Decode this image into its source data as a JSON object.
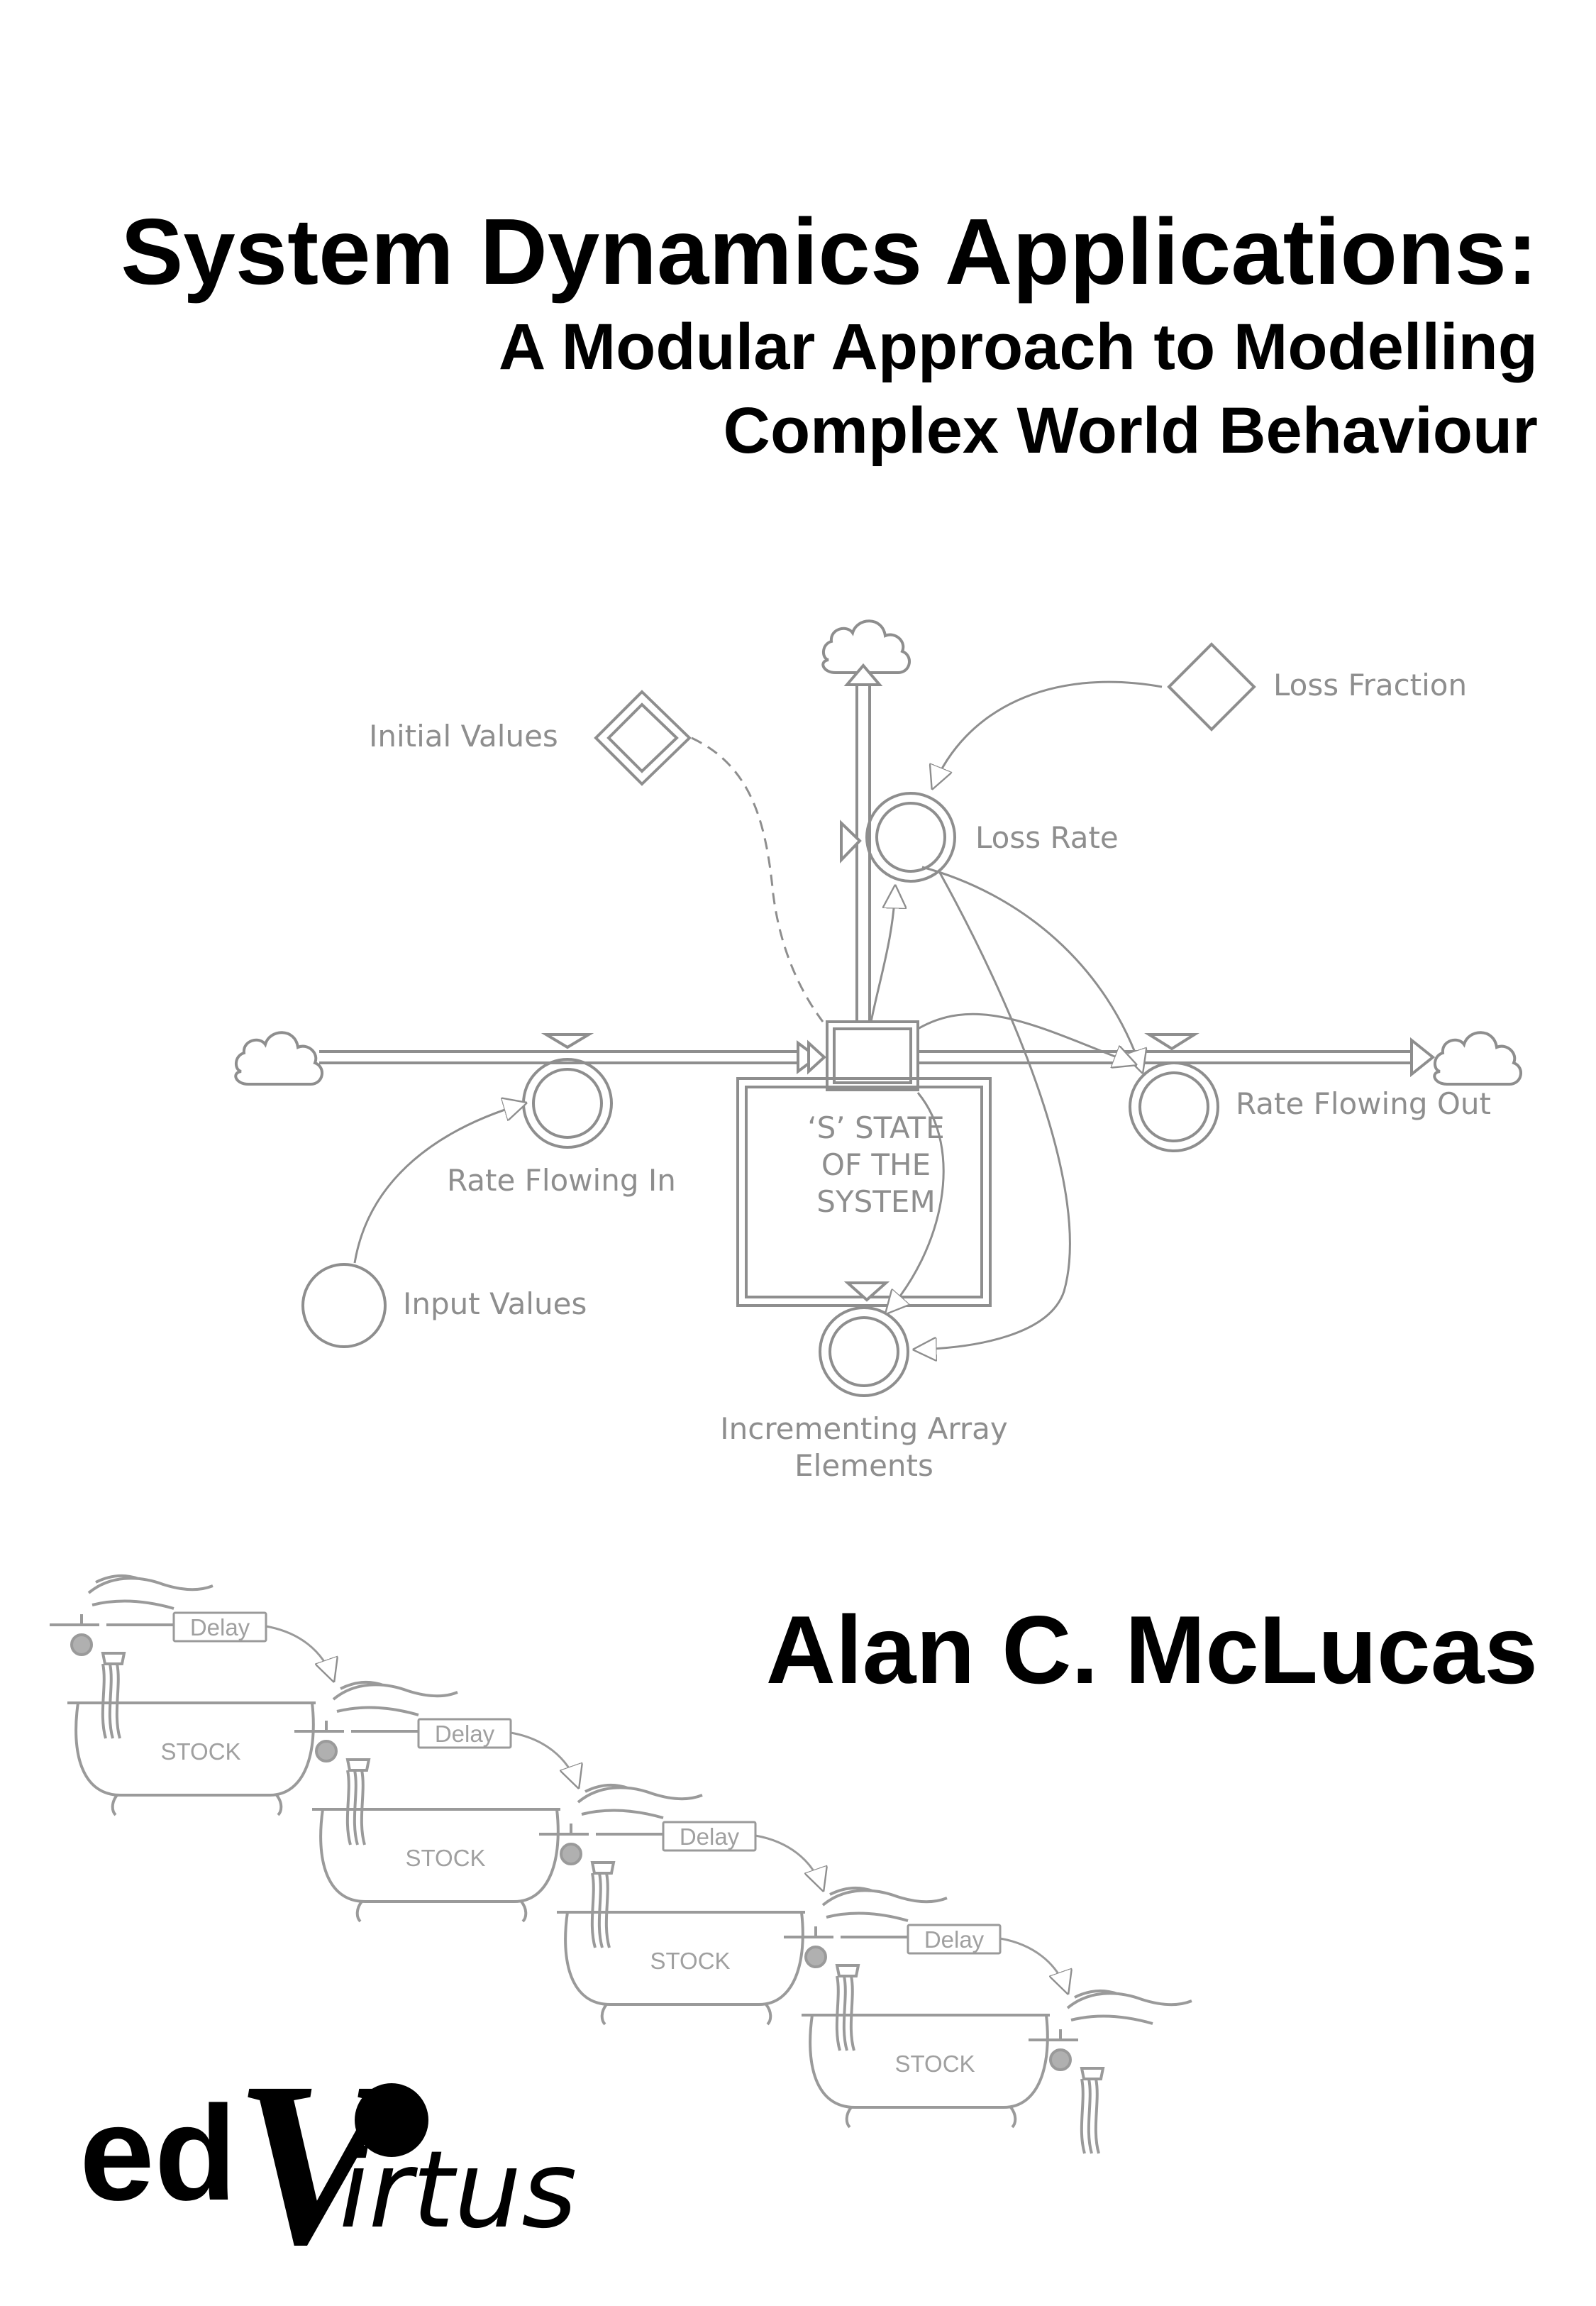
{
  "cover": {
    "title": "System Dynamics Applications:",
    "subtitle_line1": "A Modular Approach to Modelling",
    "subtitle_line2": "Complex World Behaviour",
    "author": "Alan C. McLucas"
  },
  "diagram": {
    "labels": {
      "initial_values": "Initial Values",
      "loss_fraction": "Loss Fraction",
      "loss_rate": "Loss Rate",
      "rate_flowing_in": "Rate Flowing In",
      "rate_flowing_out": "Rate Flowing Out",
      "input_values": "Input Values",
      "stock_line1": "‘S’ STATE",
      "stock_line2": "OF THE",
      "stock_line3": "SYSTEM",
      "incrementing_line1": "Incrementing Array",
      "incrementing_line2": "Elements"
    }
  },
  "tubs": {
    "delay_label": "Delay",
    "stock_label": "STOCK"
  },
  "publisher": {
    "logo_ed": "ed",
    "logo_v": "V",
    "logo_irtus": "irtus"
  },
  "colors": {
    "diagram_stroke": "#8e8e8e",
    "text": "#000000",
    "background": "#ffffff"
  }
}
